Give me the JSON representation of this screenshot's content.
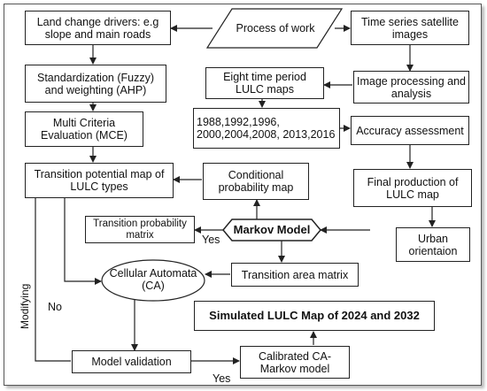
{
  "nodes": {
    "process": "Process of work",
    "drivers": "Land change drivers: e.g slope and main roads",
    "satellite": "Time series satellite images",
    "standardization": "Standardization (Fuzzy) and weighting (AHP)",
    "eight_period": "Eight time period LULC maps",
    "image_processing": "Image processing and analysis",
    "mce": "Multi Criteria Evaluation (MCE)",
    "years": "1988,1992,1996, 2000,2004,2008, 2013,2016",
    "accuracy": "Accuracy assessment",
    "transition_potential": "Transition potential map of LULC types",
    "conditional": "Conditional probability map",
    "final_production": "Final production of LULC map",
    "transition_probability": "Transition probability matrix",
    "markov": "Markov Model",
    "urban": "Urban orientaion",
    "cellular": "Cellular Automata (CA)",
    "transition_area": "Transition area matrix",
    "simulated": "Simulated LULC Map of 2024 and 2032",
    "validation": "Model validation",
    "calibrated": "Calibrated CA-Markov model"
  },
  "edge_labels": {
    "yes_markov": "Yes",
    "yes_bottom": "Yes",
    "no": "No",
    "modifying": "Modifying"
  }
}
